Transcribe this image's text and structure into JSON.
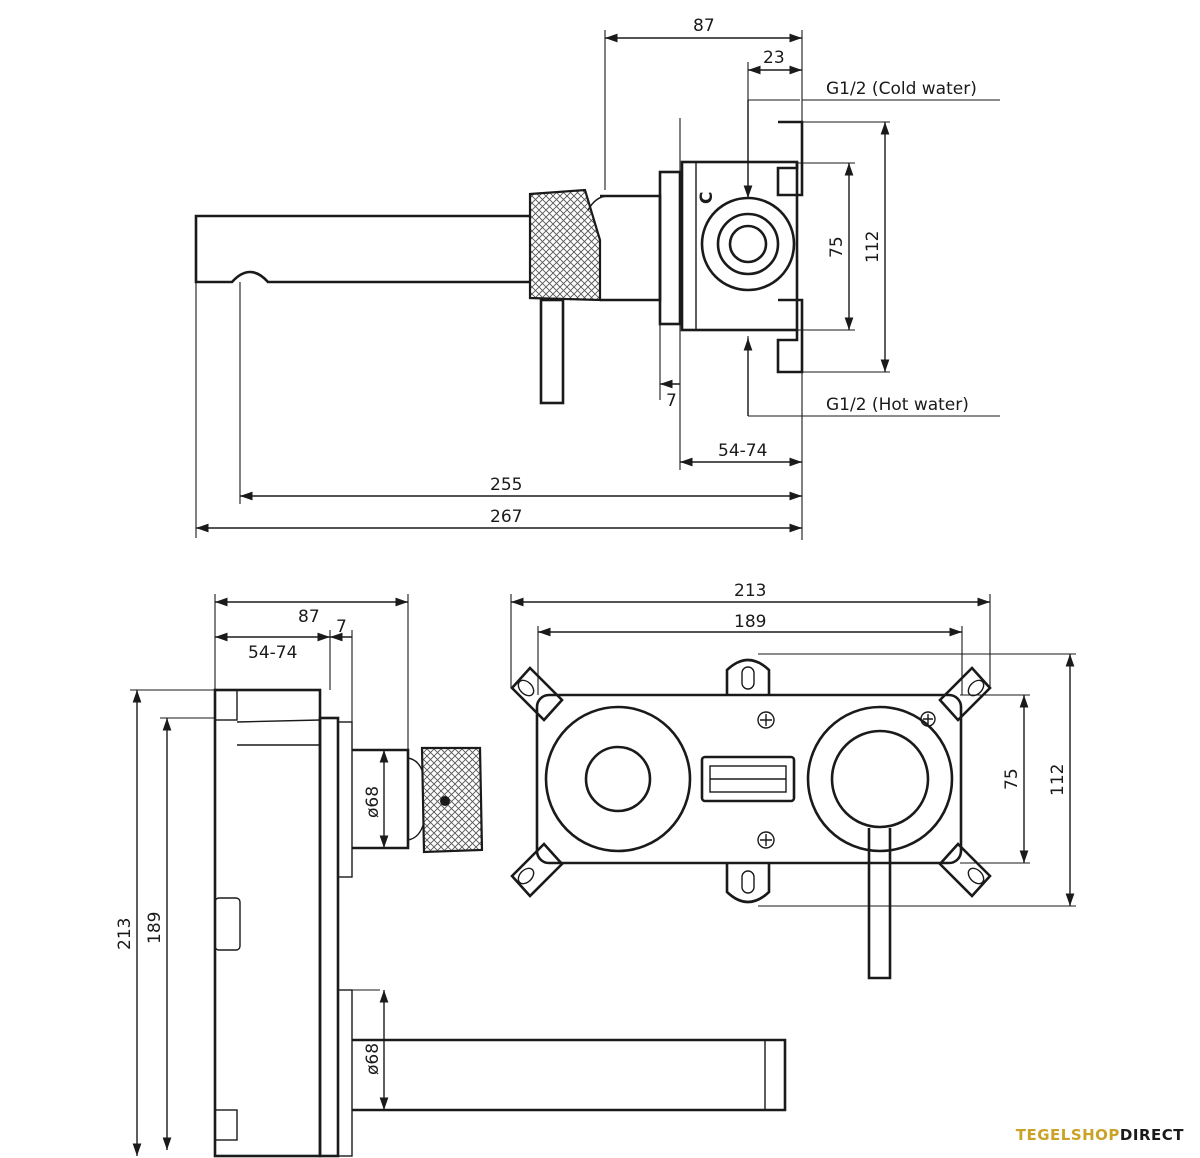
{
  "side_view": {
    "dim_87": "87",
    "dim_23": "23",
    "dim_75": "75",
    "dim_112": "112",
    "dim_7": "7",
    "dim_54_74": "54-74",
    "dim_255": "255",
    "dim_267": "267",
    "cold_water": "G1/2 (Cold water)",
    "hot_water": "G1/2 (Hot water)",
    "c_mark": "C"
  },
  "bottom_left_view": {
    "dim_87": "87",
    "dim_7": "7",
    "dim_54_74": "54-74",
    "dim_213": "213",
    "dim_189": "189",
    "dim_d68_top": "ø68",
    "dim_d68_bottom": "ø68"
  },
  "front_view": {
    "dim_213": "213",
    "dim_189": "189",
    "dim_75": "75",
    "dim_112": "112"
  },
  "logo": {
    "part1": "TEGELSHOP",
    "part2": "DIRECT"
  }
}
